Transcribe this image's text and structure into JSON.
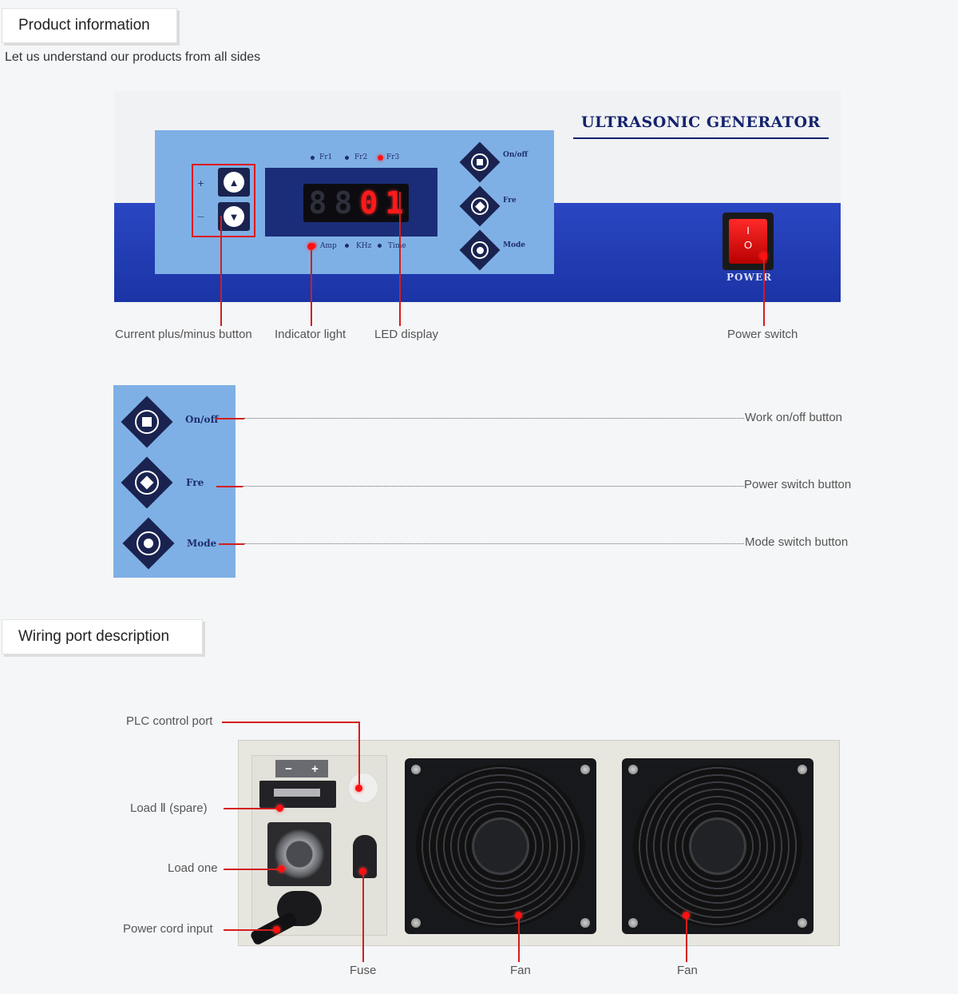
{
  "section1": {
    "title": "Product information",
    "subtitle": "Let us understand our products from all sides"
  },
  "front_panel": {
    "brand": "ULTRASONIC GENERATOR",
    "freq_labels": [
      "Fr1",
      "Fr2",
      "Fr3"
    ],
    "bottom_labels": [
      "Amp",
      "KHz",
      "Time"
    ],
    "plus": "+",
    "minus": "—",
    "digits": [
      "8",
      "8",
      "0",
      "1"
    ],
    "buttons": [
      "On/off",
      "Fre",
      "Mode"
    ],
    "power_label": "POWER",
    "rocker_on": "I",
    "rocker_off": "O"
  },
  "front_callouts": {
    "plus_minus": "Current plus/minus button",
    "indicator": "Indicator light",
    "led": "LED display",
    "power": "Power switch"
  },
  "detail": {
    "labels": [
      "On/off",
      "Fre",
      "Mode"
    ],
    "descriptions": [
      "Work on/off button",
      "Power switch button",
      "Mode switch button"
    ]
  },
  "section2": {
    "title": "Wiring port description"
  },
  "rear_callouts": {
    "plc": "PLC control port",
    "load2": "Load Ⅱ (spare)",
    "load1": "Load one",
    "power_cord": "Power cord input",
    "fuse": "Fuse",
    "fan1": "Fan",
    "fan2": "Fan"
  },
  "terminal": {
    "minus": "−",
    "plus": "+"
  },
  "colors": {
    "panel_blue": "#1b34a6",
    "label_blue": "#7fb0e5",
    "navy": "#1a2350",
    "callout_red": "#d41d1d",
    "led_red": "#ff1a1a"
  }
}
